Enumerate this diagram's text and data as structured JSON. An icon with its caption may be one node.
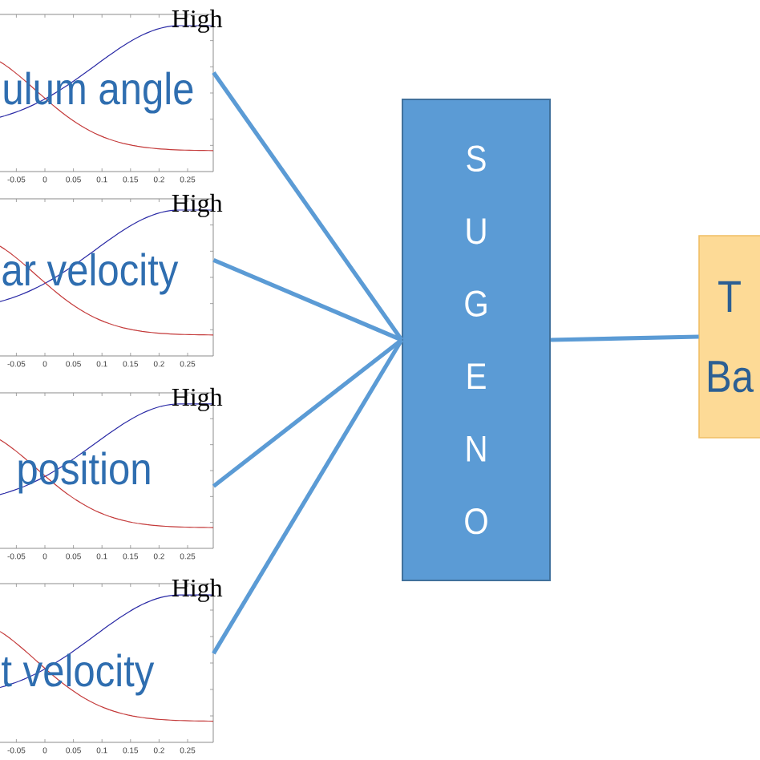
{
  "diagram": {
    "nodes": [
      {
        "text": [
          "High",
          "ulum angle",
          "-0.05",
          "0",
          "0.05",
          "0.1",
          "0.15",
          "0.2",
          "0.25"
        ]
      },
      {
        "text": [
          "High",
          "ar velocity",
          "-0.05",
          "0",
          "0.05",
          "0.1",
          "0.15",
          "0.2",
          "0.25"
        ]
      },
      {
        "text": [
          "High",
          "position",
          "-0.05",
          "0",
          "0.05",
          "0.1",
          "0.15",
          "0.2",
          "0.25"
        ]
      },
      {
        "text": [
          "High",
          "t velocity",
          "-0.05",
          "0",
          "0.05",
          "0.1",
          "0.15",
          "0.2",
          "0.25"
        ]
      },
      {
        "text": [
          "S U G E N O"
        ]
      },
      {
        "text": [
          "T Ba"
        ]
      }
    ],
    "edges": [
      {
        "from": 0,
        "to": 4,
        "arrow": "none"
      },
      {
        "from": 1,
        "to": 4,
        "arrow": "none"
      },
      {
        "from": 2,
        "to": 4,
        "arrow": "none"
      },
      {
        "from": 3,
        "to": 4,
        "arrow": "none"
      },
      {
        "from": 4,
        "to": 5,
        "arrow": "none"
      }
    ]
  }
}
